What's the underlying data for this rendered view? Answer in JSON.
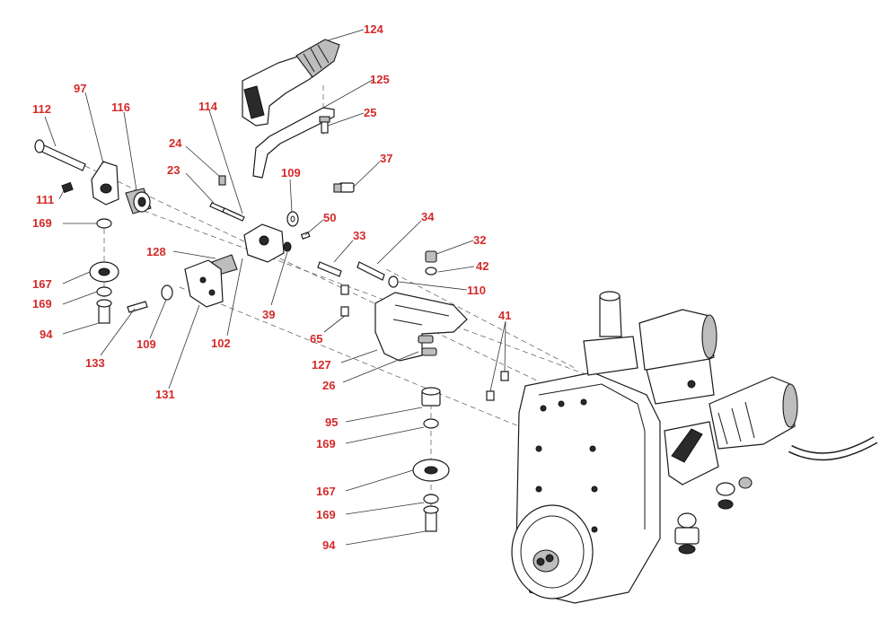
{
  "labels": {
    "p124": "124",
    "p125": "125",
    "p25": "25",
    "p97": "97",
    "p112": "112",
    "p116": "116",
    "p114": "114",
    "p24": "24",
    "p23": "23",
    "p109a": "109",
    "p37": "37",
    "p111": "111",
    "p169a": "169",
    "p50": "50",
    "p34": "34",
    "p32": "32",
    "p33": "33",
    "p128": "128",
    "p42": "42",
    "p167a": "167",
    "p110": "110",
    "p169b": "169",
    "p39": "39",
    "p94a": "94",
    "p65": "65",
    "p41": "41",
    "p133": "133",
    "p109b": "109",
    "p102": "102",
    "p127": "127",
    "p26": "26",
    "p131": "131",
    "p95": "95",
    "p169c": "169",
    "p167b": "167",
    "p169d": "169",
    "p94b": "94"
  }
}
